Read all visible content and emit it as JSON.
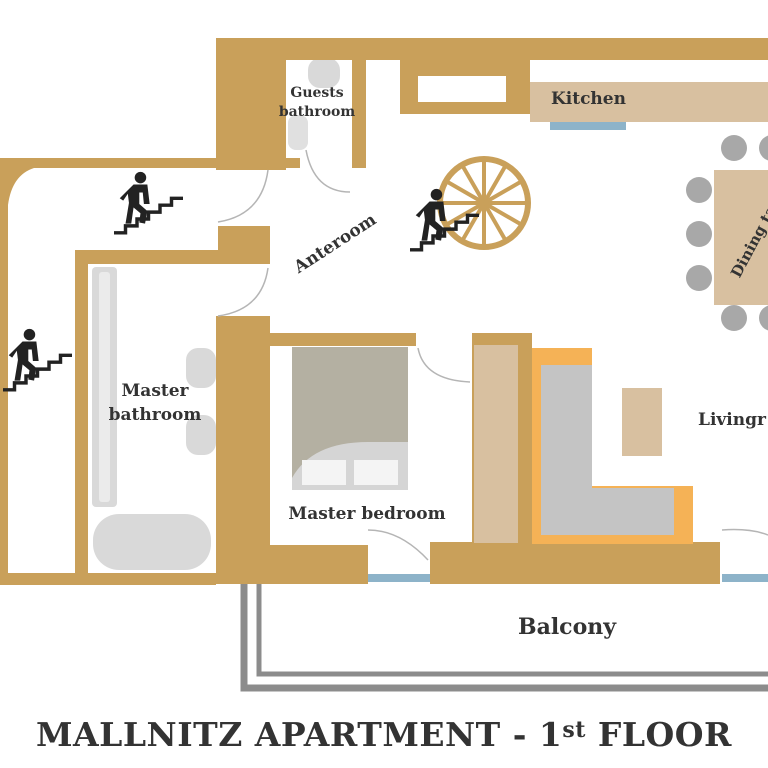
{
  "title": {
    "main": "MALLNITZ APARTMENT - 1",
    "superscript": "st",
    "suffix": " FLOOR"
  },
  "rooms": {
    "guests_bathroom": [
      "Guests",
      "bathroom"
    ],
    "kitchen": "Kitchen",
    "anteroom": "Anteroom",
    "dining": "Dining ta",
    "master_bathroom": [
      "Master",
      "bathroom"
    ],
    "master_bedroom": "Master bedroom",
    "living": "Livingr",
    "balcony": "Balcony"
  },
  "colors": {
    "wall": "#c9a05a",
    "wood": "#d8c0a0",
    "fixture": "#d9d9d9",
    "fixture_dark": "#c8c8c8",
    "chair": "#a8a8a8",
    "sofa_orange": "#f5b256",
    "window_blue": "#8db3c9",
    "railing": "#8c8c8c",
    "text": "#333333"
  },
  "icons": [
    "stairs-person-icon",
    "spiral-staircase-icon"
  ]
}
